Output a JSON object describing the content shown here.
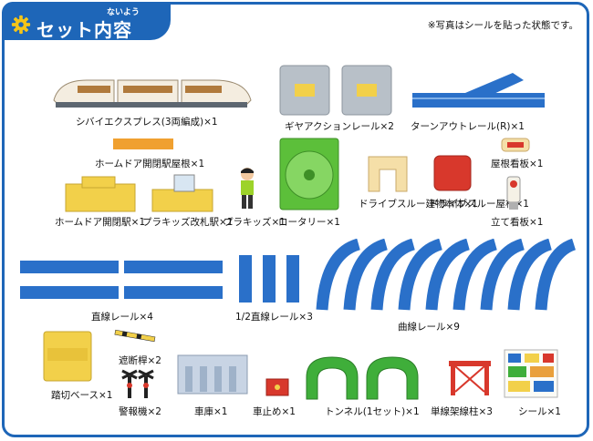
{
  "header": {
    "title": "セット内容",
    "ruby": "ないよう"
  },
  "note": "※写真はシールを貼った状態です。",
  "colors": {
    "brand": "#1e66b8",
    "track": "#2a70c9",
    "yellow": "#f2d04a",
    "green": "#3fae3a",
    "red": "#d8382c",
    "gray": "#aab3bd"
  },
  "items": [
    {
      "label": "シバイエクスプレス(3両編成)×1"
    },
    {
      "label": "ギヤアクションレール×2"
    },
    {
      "label": "ターンアウトレール(R)×1"
    },
    {
      "label": "ホームドア開閉駅屋根×1"
    },
    {
      "label": "ホームドア開閉駅×1"
    },
    {
      "label": "プラキッズ改札駅×1"
    },
    {
      "label": "プラキッズ×1"
    },
    {
      "label": "ロータリー×1"
    },
    {
      "label": "ドライブスルー建物本体×1"
    },
    {
      "label": "ドライブスルー屋根×1"
    },
    {
      "label": "屋根看板×1"
    },
    {
      "label": "立て看板×1"
    },
    {
      "label": "直線レール×4"
    },
    {
      "label": "1/2直線レール×3"
    },
    {
      "label": "曲線レール×9"
    },
    {
      "label": "踏切ベース×1"
    },
    {
      "label": "遮断桿×2"
    },
    {
      "label": "警報機×2"
    },
    {
      "label": "車庫×1"
    },
    {
      "label": "車止め×1"
    },
    {
      "label": "トンネル(1セット)×1"
    },
    {
      "label": "単線架線柱×3"
    },
    {
      "label": "シール×1"
    }
  ]
}
